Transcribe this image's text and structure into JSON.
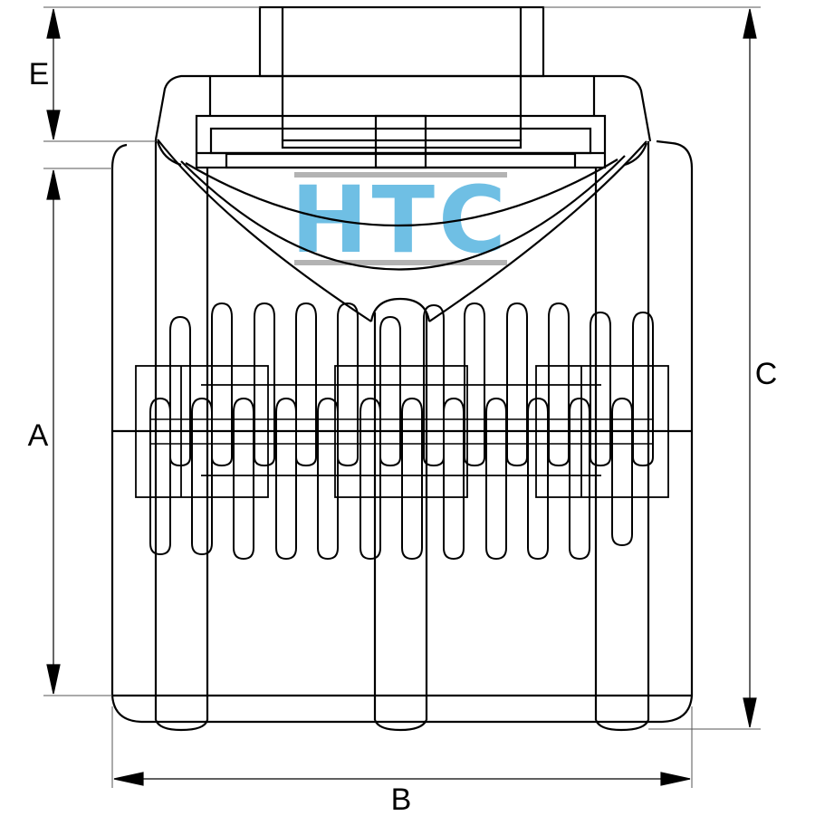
{
  "dimensions": {
    "A": "A",
    "B": "B",
    "C": "C",
    "E": "E"
  },
  "logo": {
    "text": "HTC",
    "color": "#6fbfe4",
    "bar_color": "#9a9a9a"
  },
  "colors": {
    "line": "#000000",
    "thin_line": "#555555"
  }
}
